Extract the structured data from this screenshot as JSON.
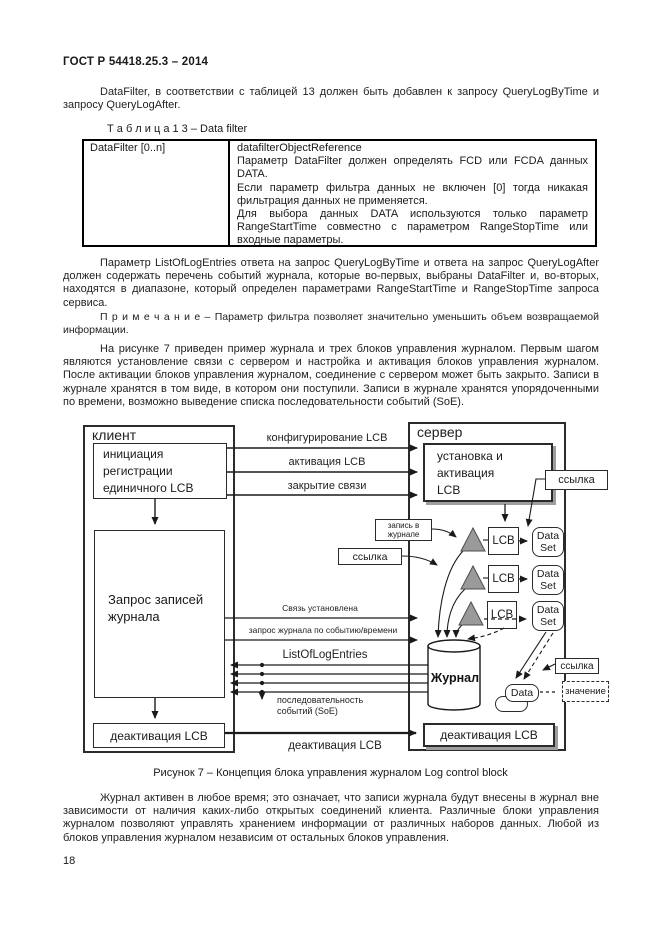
{
  "doc": {
    "header": "ГОСТ Р 54418.25.3 – 2014",
    "page_number": "18",
    "p1": "DataFilter, в соответствии с таблицей 13 должен быть добавлен к запросу QueryLogByTime и запросу QueryLogAfter.",
    "table_caption": "Т а б л и ц а   1 3  – Data filter",
    "table": {
      "param": "DataFilter [0..n]",
      "desc": [
        "datafilterObjectReference",
        "Параметр DataFilter должен определять FCD или FCDA данных DATA.",
        "Если параметр фильтра данных не включен [0] тогда никакая фильтрация данных не применяется.",
        "Для выбора данных DATA используются только параметр RangeStartTime совместно с параметром RangeStopTime или входные параметры."
      ]
    },
    "p2": "Параметр ListOfLogEntries ответа на запрос QueryLogByTime и ответа на запрос QueryLogAfter должен содержать перечень событий журнала, которые во-первых, выбраны DataFilter и, во-вторых, находятся в диапазоне, который определен параметрами RangeStartTime и RangeStopTime запроса сервиса.",
    "note": "П р и м е ч а н и е  –  Параметр фильтра позволяет значительно уменьшить объем возвращаемой информации.",
    "p3": "На рисунке 7 приведен пример журнала и трех блоков управления журналом. Первым шагом являются установление связи с сервером и настройка и активация блоков управления журналом. После активации блоков управления журналом, соединение с сервером может быть закрыто. Записи в журнале хранятся в том виде, в котором они поступили. Записи в журнале хранятся упорядоченными по времени, возможно выведение списка последовательности событий (SoE).",
    "figure_caption": "Рисунок 7 – Концепция блока управления журналом Log control block",
    "p4": "Журнал активен в любое время; это означает, что записи журнала будут внесены в журнал вне зависимости от наличия каких-либо открытых соединений клиента. Различные блоки управления журналом позволяют управлять хранением информации от различных наборов данных. Любой из блоков управления журналом независим от остальных блоков управления."
  },
  "figure": {
    "client": {
      "title": "клиент",
      "init": [
        "инициация",
        "регистрации",
        "единичного LCB"
      ],
      "request": [
        "Запрос записей",
        "журнала"
      ],
      "deactivate": "деактивация LCB"
    },
    "server": {
      "title": "сервер",
      "setup": [
        "установка и",
        "активация",
        "LCB"
      ],
      "lcb": "LCB",
      "dataset": [
        "Data",
        "Set"
      ],
      "journal": "Журнал",
      "data": "Data",
      "deactivate": "деактивация LCB"
    },
    "labels": {
      "configure": "конфигурирование LCB",
      "activate": "активация LCB",
      "close": "закрытие связи",
      "established": "Связь установлена",
      "query": "запрос журнала по событию/времени",
      "entries": "ListOfLogEntries",
      "soe": [
        "последовательность",
        "событий (SoE)"
      ],
      "deactivate": "деактивация LCB",
      "write": [
        "запись в",
        "журнале"
      ],
      "ref": "ссылка",
      "value": "значение"
    },
    "colors": {
      "triangle": "#9a9a9a",
      "triangle_border": "#4d4d4d",
      "shadow": "#9e9e9e",
      "line": "#1a1a1a"
    }
  }
}
